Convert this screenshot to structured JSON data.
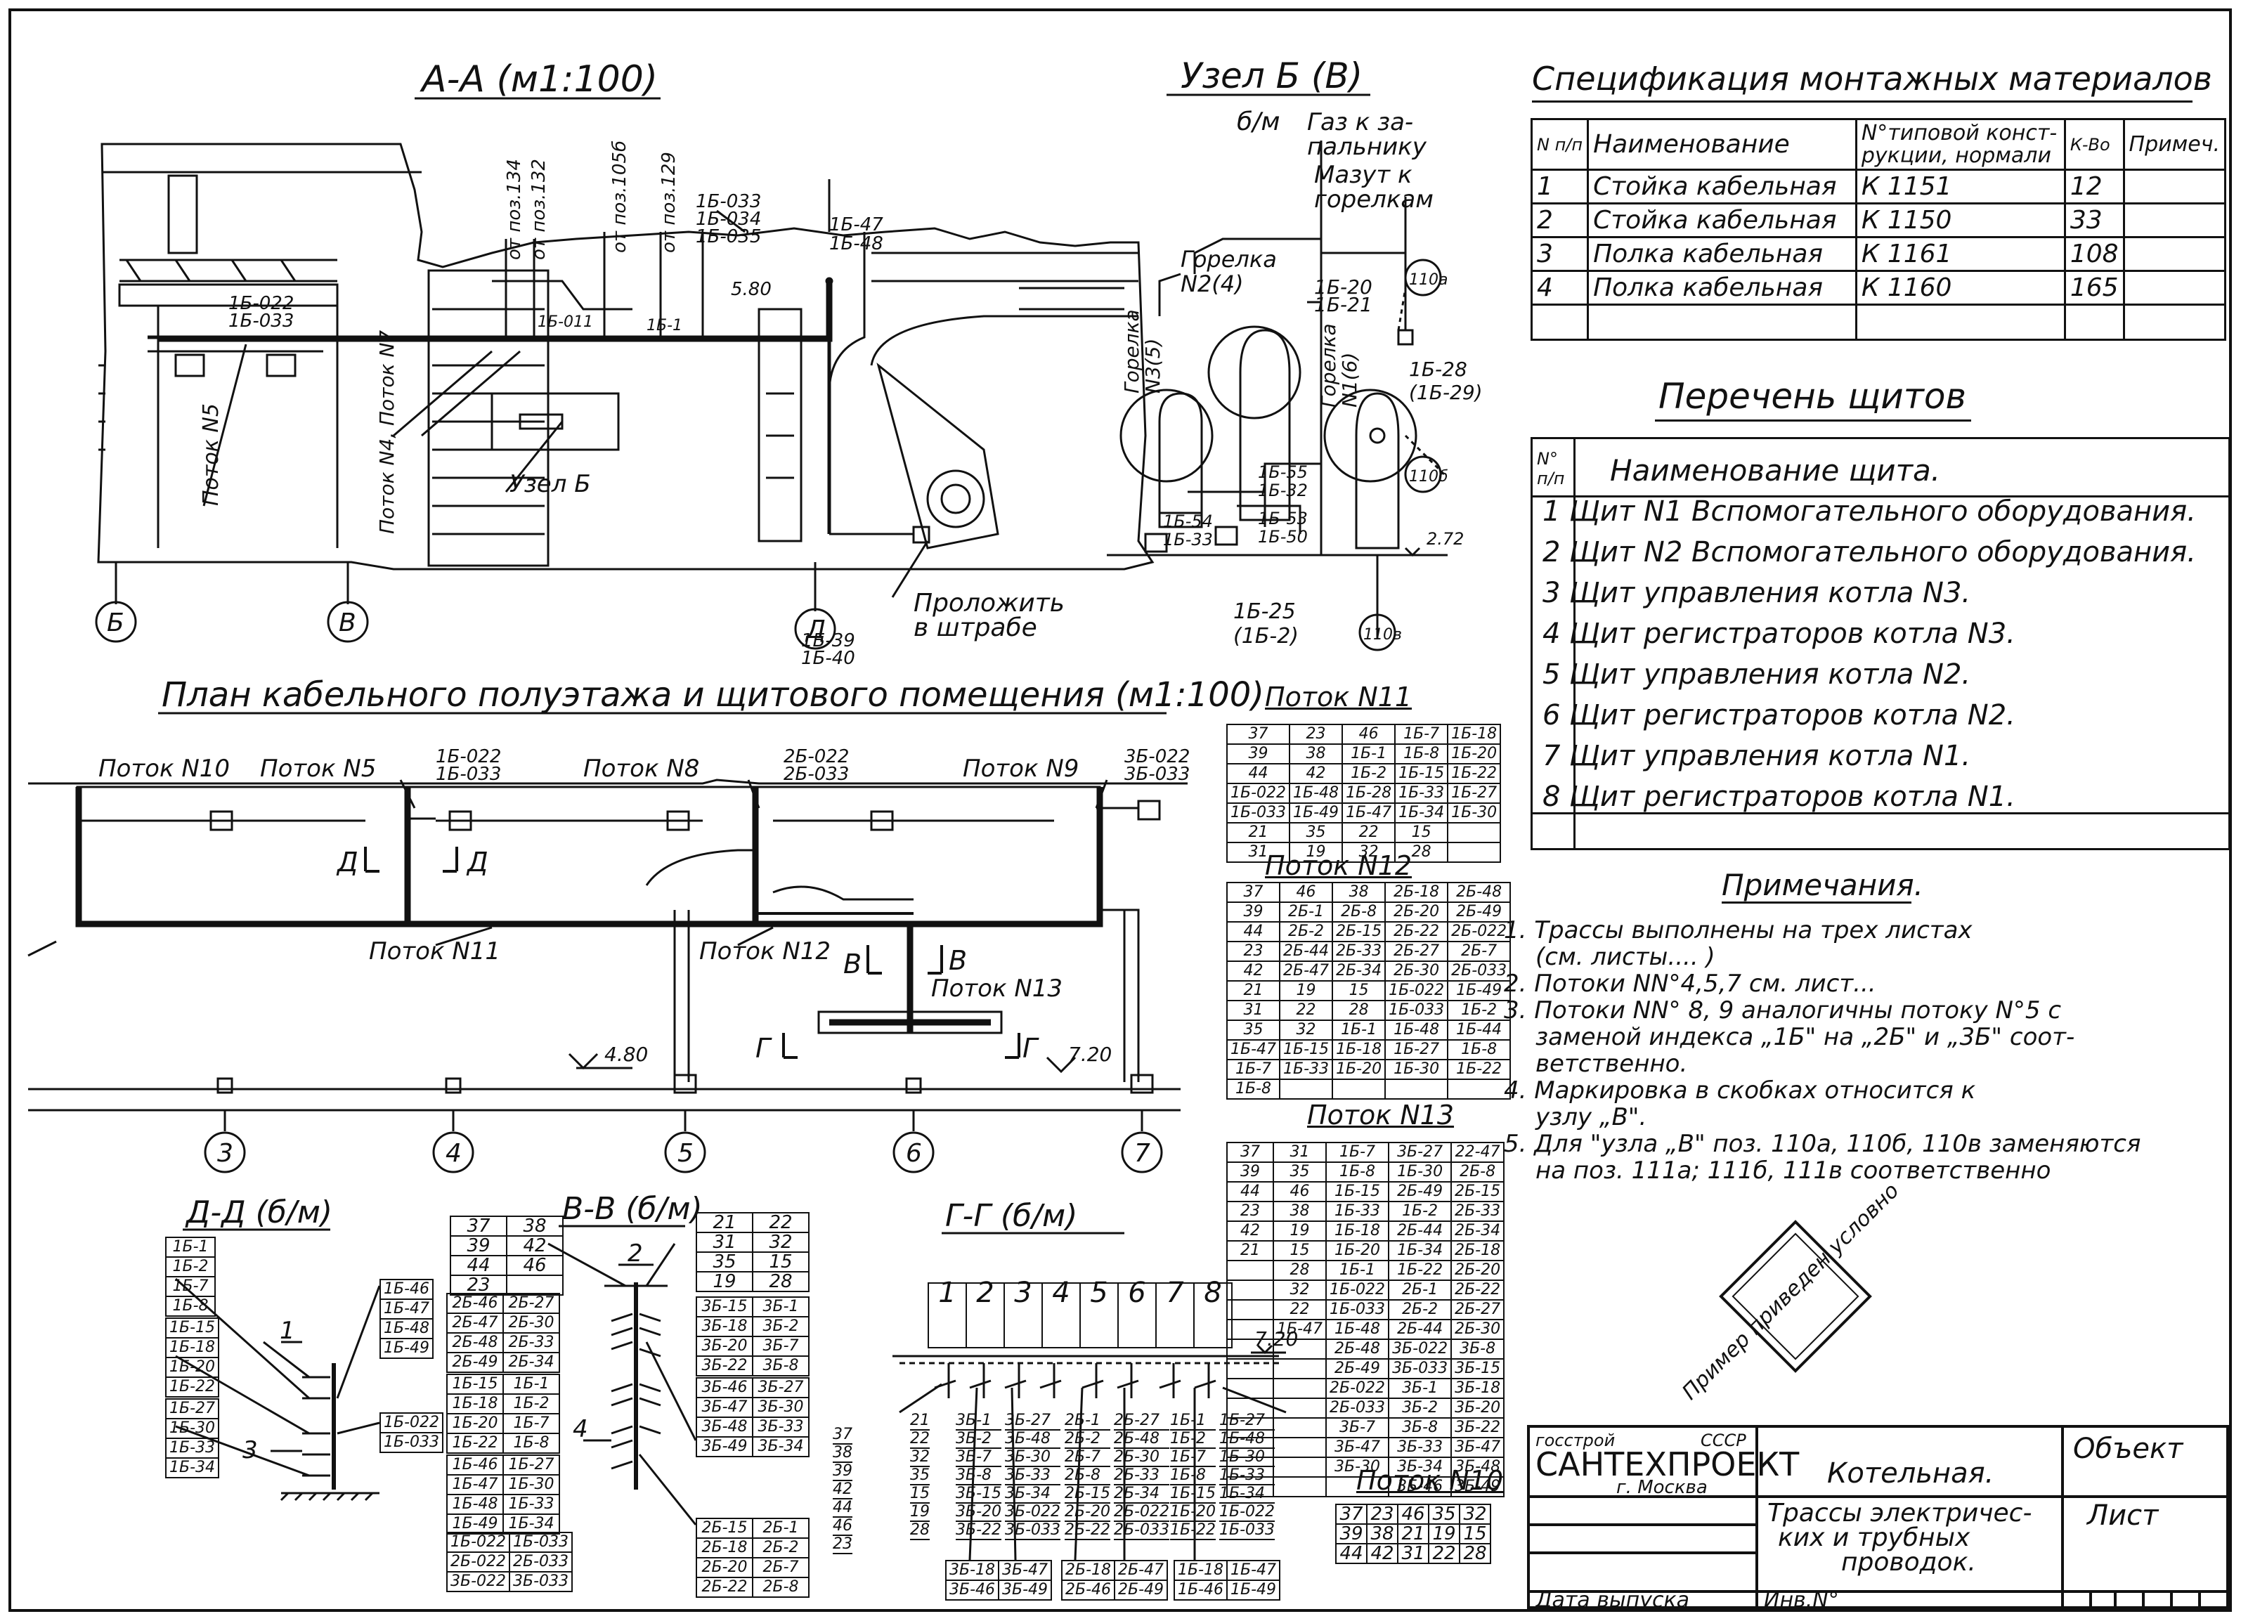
{
  "section_aa": {
    "title": "А-А (м1:100)",
    "labels": {
      "potok5": "Поток N5",
      "potok47": "Поток N4, Поток N7",
      "uzel_b": "Узел Б",
      "from134": "от поз.134",
      "from132": "от поз.132",
      "from105": "от поз.105б",
      "from129": "от поз.129",
      "c1": "1Б-033",
      "c2": "1Б-034",
      "c3": "1Б-035",
      "c4": "1Б-47",
      "c5": "1Б-48",
      "c6": "1Б-022",
      "c7": "1Б-033",
      "c8": "1Б-011",
      "c9": "1Б-1",
      "mark": "5.80",
      "c10": "1Б-39",
      "c11": "1Б-40",
      "prolozhit1": "Проложить",
      "prolozhit2": "в штрабе"
    },
    "axes": [
      "Б",
      "В",
      "Д"
    ]
  },
  "uzel_b": {
    "title": "Узел Б (В)",
    "sub": "б/м",
    "gas1": "Газ к за-",
    "gas2": "пальнику",
    "mazut1": "Мазут к",
    "mazut2": "горелкам",
    "gor1": "Горелка",
    "gor1n": "N2(4)",
    "gor2": "Горелка",
    "gor2n": "N3(5)",
    "gor3": "Горелка",
    "gor3n": "N1(6)",
    "c1": "1Б-20",
    "c2": "1Б-21",
    "c3": "1Б-28",
    "c4": "(1Б-29)",
    "c5": "1Б-55",
    "c6": "1Б-32",
    "c7": "1Б-54",
    "c8": "1Б-33",
    "c9": "1Б-53",
    "c10": "1Б-50",
    "c11": "1Б-25",
    "c12": "(1Б-2)",
    "v1": "110а",
    "v2": "110б",
    "v3": "110в",
    "mark": "2.72"
  },
  "spec": {
    "title": "Спецификация монтажных материалов",
    "headers": [
      "N п/п",
      "Наименование",
      "N°типовой конст-рукции, нормали",
      "К-Во",
      "Примеч."
    ],
    "rows": [
      [
        "1",
        "Стойка кабельная",
        "К 1151",
        "12",
        ""
      ],
      [
        "2",
        "Стойка кабельная",
        "К 1150",
        "33",
        ""
      ],
      [
        "3",
        "Полка кабельная",
        "К 1161",
        "108",
        ""
      ],
      [
        "4",
        "Полка кабельная",
        "К 1160",
        "165",
        ""
      ]
    ]
  },
  "panels": {
    "title": "Перечень щитов",
    "header_num": "N° п/п",
    "header_name": "Наименование щита.",
    "items": [
      "1 Щит N1 Вспомогательного оборудования.",
      "2 Щит N2 Вспомогательного оборудования.",
      "3 Щит управления котла N3.",
      "4 Щит регистраторов котла N3.",
      "5 Щит управления котла N2.",
      "6 Щит регистраторов котла N2.",
      "7 Щит управления котла N1.",
      "8 Щит регистраторов котла N1."
    ]
  },
  "notes": {
    "title": "Примечания.",
    "lines": [
      "1. Трассы выполнены на трех листах",
      "(см. листы....   )",
      "2. Потоки NN°4,5,7 см. лист...",
      "3. Потоки NN° 8, 9 аналогичны потоку N°5 с",
      "заменой индекса „1Б\" на „2Б\" и „3Б\" соот-",
      "ветственно.",
      "4. Маркировка в скобках относится к",
      "узлу „В\".",
      "5. Для \"узла „В\" поз. 110а, 110б, 110в заменяются",
      "на поз. 111а; 111б, 111в соответственно"
    ]
  },
  "plan": {
    "title": "План кабельного полуэтажа и щитового помещения (м1:100)",
    "labels": {
      "p10": "Поток N10",
      "p5": "Поток N5",
      "p8": "Поток N8",
      "p9": "Поток N9",
      "p11": "Поток N11",
      "p12": "Поток N12",
      "p13": "Поток N13",
      "c1a": "1Б-022",
      "c1b": "1Б-033",
      "c2a": "2Б-022",
      "c2b": "2Б-033",
      "c3a": "3Б-022",
      "c3b": "3Б-033",
      "d": "Д",
      "v": "В",
      "g": "Г",
      "m1": "4.80",
      "m2": "7.20"
    },
    "axes": [
      "3",
      "4",
      "5",
      "6",
      "7"
    ]
  },
  "potok11": {
    "title": "Поток N11",
    "rows": [
      [
        "37",
        "23",
        "46",
        "1Б-7",
        "1Б-18"
      ],
      [
        "39",
        "38",
        "1Б-1",
        "1Б-8",
        "1Б-20"
      ],
      [
        "44",
        "42",
        "1Б-2",
        "1Б-15",
        "1Б-22"
      ],
      [
        "1Б-022",
        "1Б-48",
        "1Б-28",
        "1Б-33",
        "1Б-27"
      ],
      [
        "1Б-033",
        "1Б-49",
        "1Б-47",
        "1Б-34",
        "1Б-30"
      ],
      [
        "21",
        "35",
        "22",
        "15",
        ""
      ],
      [
        "31",
        "19",
        "32",
        "28",
        ""
      ]
    ]
  },
  "potok12": {
    "title": "Поток N12",
    "rows": [
      [
        "37",
        "46",
        "38",
        "2Б-18",
        "2Б-48"
      ],
      [
        "39",
        "2Б-1",
        "2Б-8",
        "2Б-20",
        "2Б-49"
      ],
      [
        "44",
        "2Б-2",
        "2Б-15",
        "2Б-22",
        "2Б-022"
      ],
      [
        "23",
        "2Б-44",
        "2Б-33",
        "2Б-27",
        "2Б-7"
      ],
      [
        "42",
        "2Б-47",
        "2Б-34",
        "2Б-30",
        "2Б-033"
      ],
      [
        "21",
        "19",
        "15",
        "1Б-022",
        "1Б-49"
      ],
      [
        "31",
        "22",
        "28",
        "1Б-033",
        "1Б-2"
      ],
      [
        "35",
        "32",
        "1Б-1",
        "1Б-48",
        "1Б-44"
      ],
      [
        "1Б-47",
        "1Б-15",
        "1Б-18",
        "1Б-27",
        "1Б-8"
      ],
      [
        "1Б-7",
        "1Б-33",
        "1Б-20",
        "1Б-30",
        "1Б-22"
      ],
      [
        "1Б-8",
        "",
        "",
        "",
        ""
      ]
    ]
  },
  "potok13": {
    "title": "Поток N13",
    "rows": [
      [
        "37",
        "31",
        "1Б-7",
        "3Б-27",
        "22-47"
      ],
      [
        "39",
        "35",
        "1Б-8",
        "1Б-30",
        "2Б-8"
      ],
      [
        "44",
        "46",
        "1Б-15",
        "2Б-49",
        "2Б-15"
      ],
      [
        "23",
        "38",
        "1Б-33",
        "1Б-2",
        "2Б-33"
      ],
      [
        "42",
        "19",
        "1Б-18",
        "2Б-44",
        "2Б-34"
      ],
      [
        "21",
        "15",
        "1Б-20",
        "1Б-34",
        "2Б-18"
      ],
      [
        "",
        "28",
        "1Б-1",
        "1Б-22",
        "2Б-20"
      ],
      [
        "",
        "32",
        "1Б-022",
        "2Б-1",
        "2Б-22"
      ],
      [
        "",
        "22",
        "1Б-033",
        "2Б-2",
        "2Б-27"
      ],
      [
        "",
        "1Б-47",
        "1Б-48",
        "2Б-44",
        "2Б-30"
      ],
      [
        "",
        "",
        "2Б-48",
        "3Б-022",
        "3Б-8"
      ],
      [
        "",
        "",
        "2Б-49",
        "3Б-033",
        "3Б-15"
      ],
      [
        "",
        "",
        "2Б-022",
        "3Б-1",
        "3Б-18"
      ],
      [
        "",
        "",
        "2Б-033",
        "3Б-2",
        "3Б-20"
      ],
      [
        "",
        "",
        "3Б-7",
        "3Б-8",
        "3Б-22"
      ],
      [
        "",
        "",
        "3Б-47",
        "3Б-33",
        "3Б-47"
      ],
      [
        "",
        "",
        "3Б-30",
        "3Б-34",
        "3Б-48"
      ],
      [
        "",
        "",
        "",
        "3Б-46",
        "3Б-49"
      ]
    ]
  },
  "potok10": {
    "title": "Поток N10",
    "rows": [
      [
        "37",
        "23",
        "46",
        "35",
        "32"
      ],
      [
        "39",
        "38",
        "21",
        "19",
        "15"
      ],
      [
        "44",
        "42",
        "31",
        "22",
        "28"
      ]
    ]
  },
  "dd": {
    "title": "Д-Д (б/м)",
    "g1": [
      "1Б-1",
      "1Б-2",
      "1Б-7",
      "1Б-8"
    ],
    "g2": [
      "1Б-15",
      "1Б-18",
      "1Б-20",
      "1Б-22"
    ],
    "g3": [
      "1Б-27",
      "1Б-30",
      "1Б-33",
      "1Б-34"
    ],
    "g4": [
      "1Б-46",
      "1Б-47",
      "1Б-48",
      "1Б-49"
    ],
    "g5": [
      "1Б-022",
      "1Б-033"
    ],
    "n1": "1",
    "n3": "3"
  },
  "vv": {
    "title": "В-В (б/м)",
    "top_rows": [
      [
        "37",
        "38"
      ],
      [
        "39",
        "42"
      ],
      [
        "44",
        "46"
      ],
      [
        "23",
        ""
      ]
    ],
    "right_top": [
      [
        "21",
        "22"
      ],
      [
        "31",
        "32"
      ],
      [
        "35",
        "15"
      ],
      [
        "19",
        "28"
      ]
    ],
    "l1": [
      [
        "2Б-46",
        "2Б-27"
      ],
      [
        "2Б-47",
        "2Б-30"
      ],
      [
        "2Б-48",
        "2Б-33"
      ],
      [
        "2Б-49",
        "2Б-34"
      ]
    ],
    "l2": [
      [
        "1Б-15",
        "1Б-1"
      ],
      [
        "1Б-18",
        "1Б-2"
      ],
      [
        "1Б-20",
        "1Б-7"
      ],
      [
        "1Б-22",
        "1Б-8"
      ]
    ],
    "l3": [
      [
        "1Б-46",
        "1Б-27"
      ],
      [
        "1Б-47",
        "1Б-30"
      ],
      [
        "1Б-48",
        "1Б-33"
      ],
      [
        "1Б-49",
        "1Б-34"
      ]
    ],
    "l4": [
      [
        "1Б-022",
        "1Б-033"
      ],
      [
        "2Б-022",
        "2Б-033"
      ],
      [
        "3Б-022",
        "3Б-033"
      ]
    ],
    "r1": [
      [
        "3Б-15",
        "3Б-1"
      ],
      [
        "3Б-18",
        "3Б-2"
      ],
      [
        "3Б-20",
        "3Б-7"
      ],
      [
        "3Б-22",
        "3Б-8"
      ]
    ],
    "r2": [
      [
        "3Б-46",
        "3Б-27"
      ],
      [
        "3Б-47",
        "3Б-30"
      ],
      [
        "3Б-48",
        "3Б-33"
      ],
      [
        "3Б-49",
        "3Б-34"
      ]
    ],
    "r3": [
      [
        "2Б-15",
        "2Б-1"
      ],
      [
        "2Б-18",
        "2Б-2"
      ],
      [
        "2Б-20",
        "2Б-7"
      ],
      [
        "2Б-22",
        "2Б-8"
      ]
    ],
    "n2": "2",
    "n4": "4"
  },
  "gg": {
    "title": "Г-Г (б/м)",
    "boxes": [
      "1",
      "2",
      "3",
      "4",
      "5",
      "6",
      "7",
      "8"
    ],
    "mark": "7.20",
    "col0": [
      "37",
      "38",
      "39",
      "42",
      "44",
      "46",
      "23"
    ],
    "col1": [
      "21",
      "22",
      "32",
      "35",
      "15",
      "19",
      "28"
    ],
    "col2": [
      "3Б-1",
      "3Б-2",
      "3Б-7",
      "3Б-8",
      "3Б-15",
      "3Б-20",
      "3Б-22"
    ],
    "col3": [
      "3Б-27",
      "3Б-48",
      "3Б-30",
      "3Б-33",
      "3Б-34",
      "3Б-022",
      "3Б-033"
    ],
    "col4": [
      "2Б-1",
      "2Б-2",
      "2Б-7",
      "2Б-8",
      "2Б-15",
      "2Б-20",
      "2Б-22"
    ],
    "col5": [
      "2Б-27",
      "2Б-48",
      "2Б-30",
      "2Б-33",
      "2Б-34",
      "2Б-022",
      "2Б-033"
    ],
    "col6": [
      "1Б-1",
      "1Б-2",
      "1Б-7",
      "1Б-8",
      "1Б-15",
      "1Б-20",
      "1Б-22"
    ],
    "col7": [
      "1Б-27",
      "1Б-48",
      "1Б-30",
      "1Б-33",
      "1Б-34",
      "1Б-022",
      "1Б-033"
    ],
    "b1": [
      [
        "3Б-18",
        "3Б-47"
      ],
      [
        "3Б-46",
        "3Б-49"
      ]
    ],
    "b2": [
      [
        "2Б-18",
        "2Б-47"
      ],
      [
        "2Б-46",
        "2Б-49"
      ]
    ],
    "b3": [
      [
        "1Б-18",
        "1Б-47"
      ],
      [
        "1Б-46",
        "1Б-49"
      ]
    ]
  },
  "stamp": {
    "text": "Пример приведен условно"
  },
  "titleblock": {
    "org1": "госстрой",
    "org2": "СССР",
    "org": "САНТЕХПРОЕКТ",
    "city": "г. Москва",
    "object_label": "Объект",
    "object": "Котельная.",
    "sheet_label": "Лист",
    "name1": "Трассы электричес-",
    "name2": "ких и трубных",
    "name3": "проводок.",
    "date_label": "Дата выпуска",
    "inv_label": "Инв.N°"
  }
}
